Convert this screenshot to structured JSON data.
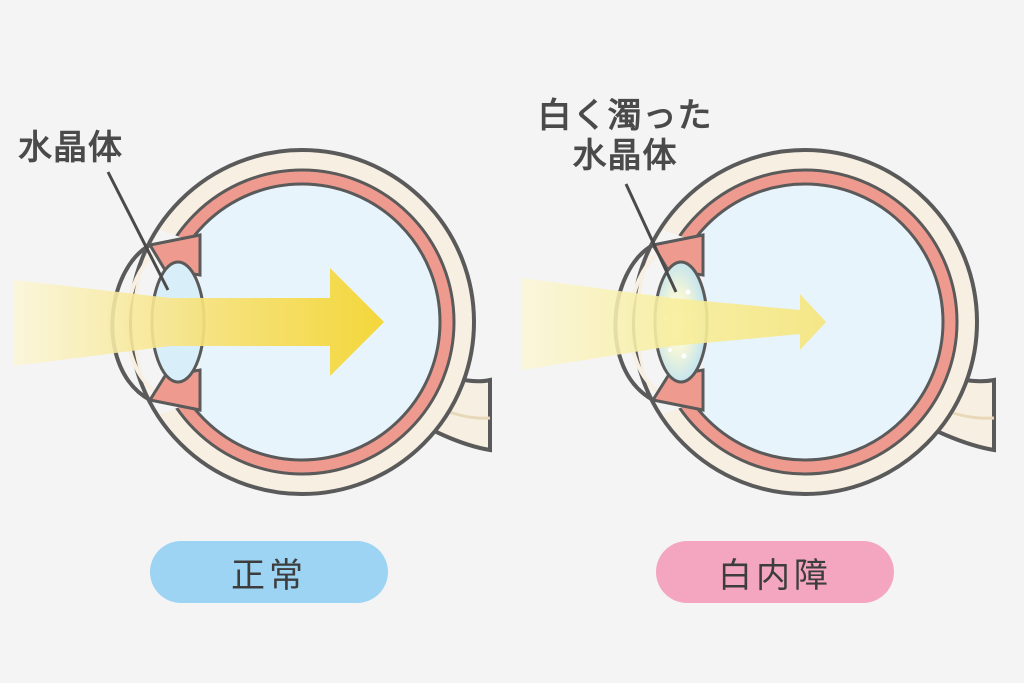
{
  "normal": {
    "callout": "水晶体",
    "caption": "正常",
    "pill_color": "#9dd3f3"
  },
  "cataract": {
    "callout_lines": [
      "白く濁った",
      "水晶体"
    ],
    "caption": "白内障",
    "pill_color": "#f4a6c0"
  },
  "colors": {
    "background": "#f4f4f4",
    "outline": "#5a5a5a",
    "sclera": "#f6efe2",
    "choroid": "#ee9a8e",
    "vitreous": "#e8f4fb",
    "lens": "#d8eef8",
    "light_beam": "#f7d93a"
  }
}
